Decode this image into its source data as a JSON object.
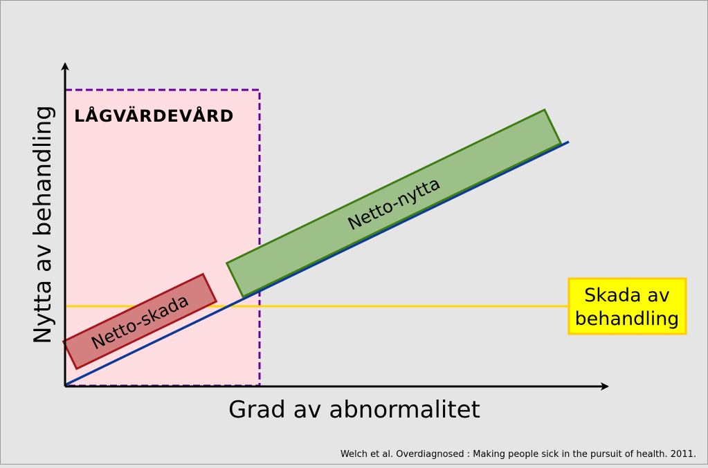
{
  "diagram": {
    "low_value_region": {
      "label": "LÅGVÄRDEVÅRD",
      "fill": "#ffdde1",
      "border": "#660099"
    },
    "x_axis_label": "Grad av abnormalitet",
    "y_axis_label": "Nytta av behandling",
    "net_harm": {
      "label": "Netto-skada",
      "fill": "#d48080",
      "border": "#a8161d"
    },
    "net_benefit": {
      "label": "Netto-nytta",
      "fill": "#9cc087",
      "border": "#3d7d13"
    },
    "benefit_line": {
      "color": "#0a3a9a"
    },
    "harm_line": {
      "color": "#ffd700",
      "label_line1": "Skada av",
      "label_line2": "behandling",
      "label_fill": "#ffff00",
      "label_border": "#ffcc00"
    },
    "credit": "Welch et al. Overdiagnosed : Making people sick in the pursuit of health. 2011."
  }
}
